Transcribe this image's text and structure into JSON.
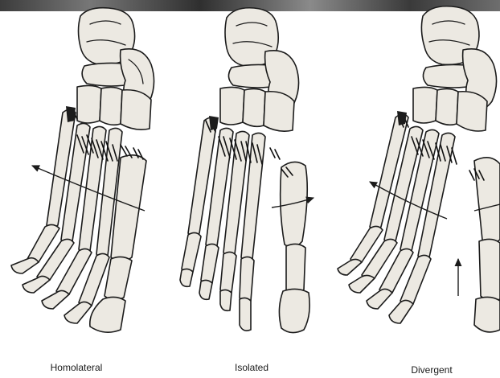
{
  "figure": {
    "panels": [
      {
        "label": "Homolateral"
      },
      {
        "label": "Isolated"
      },
      {
        "label": "Divergent"
      }
    ]
  }
}
